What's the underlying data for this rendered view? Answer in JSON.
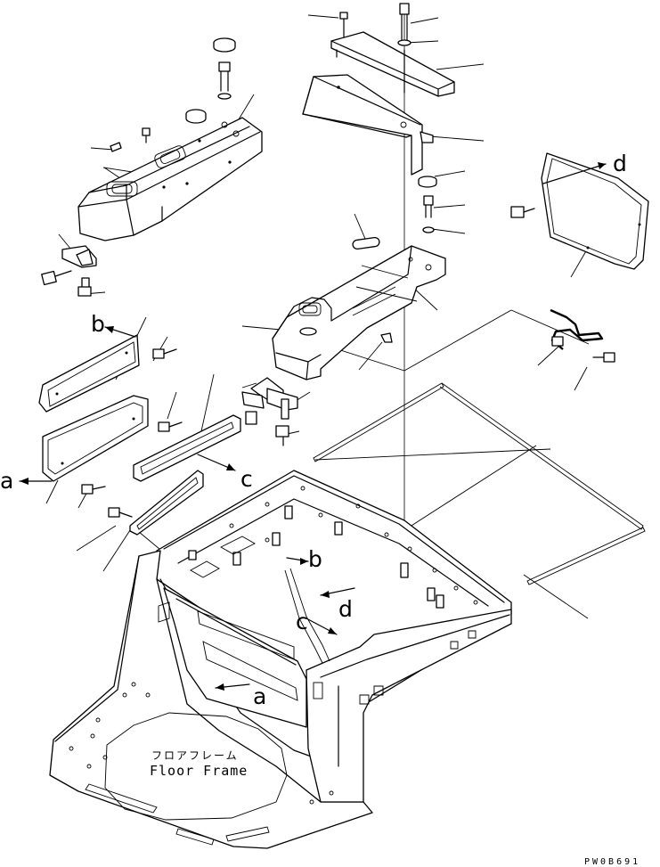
{
  "diagram": {
    "reference_letters": {
      "a_left": "a",
      "a_floor": "a",
      "b_left": "b",
      "b_floor": "b",
      "c_mid": "c",
      "c_floor": "c",
      "d_right": "d",
      "d_floor": "d"
    },
    "floor_frame": {
      "label_jp": "フロアフレーム",
      "label_en": "Floor Frame"
    },
    "drawing_code": "PW0B691"
  }
}
